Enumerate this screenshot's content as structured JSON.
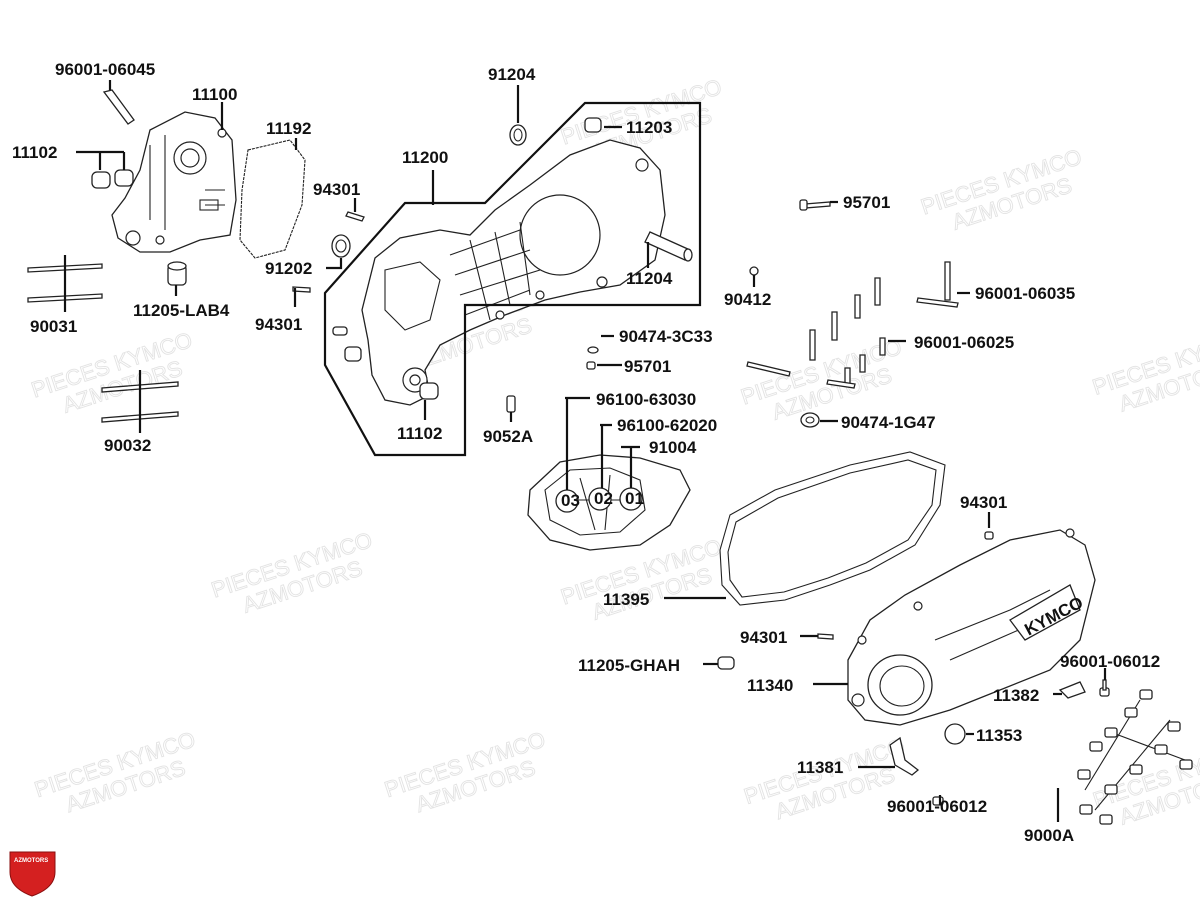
{
  "watermark": {
    "line1": "PIECES KYMCO",
    "line2": "AZMOTORS"
  },
  "brand": {
    "logo_text": "AZMOTORS",
    "cover_text": "KYMCO",
    "accent_color": "#d42020"
  },
  "labels": {
    "p96001_06045": "96001-06045",
    "p11100": "11100",
    "p11192": "11192",
    "p11102_top": "11102",
    "p90031": "90031",
    "p11205_lab4": "11205-LAB4",
    "p90032": "90032",
    "p91204": "91204",
    "p11203": "11203",
    "p11200": "11200",
    "p94301_a": "94301",
    "p91202": "91202",
    "p94301_b": "94301",
    "p11204": "11204",
    "p11102_bottom": "11102",
    "p95701_top": "95701",
    "p90412": "90412",
    "p96001_06035": "96001-06035",
    "p96001_06025": "96001-06025",
    "p90474_3c33": "90474-3C33",
    "p95701_mid": "95701",
    "p9052a": "9052A",
    "p96100_63030": "96100-63030",
    "p96100_62020": "96100-62020",
    "p91004": "91004",
    "p90474_1g47": "90474-1G47",
    "p94301_c": "94301",
    "p11395": "11395",
    "p94301_d": "94301",
    "p11205_ghah": "11205-GHAH",
    "p11340": "11340",
    "p96001_06012_a": "96001-06012",
    "p11382": "11382",
    "p11353": "11353",
    "p11381": "11381",
    "p96001_06012_b": "96001-06012",
    "p9000a": "9000A"
  },
  "bearing_markers": {
    "m1": "03",
    "m2": "02",
    "m3": "01"
  }
}
